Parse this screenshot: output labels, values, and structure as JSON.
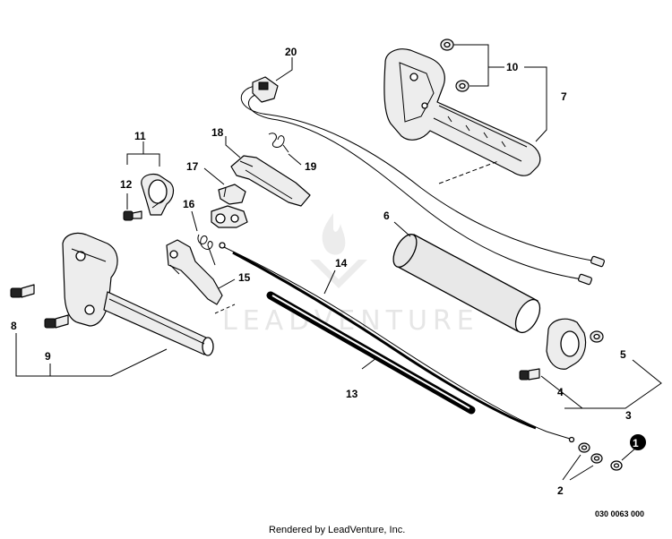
{
  "diagram": {
    "callouts": [
      {
        "id": "c1",
        "text": "1"
      },
      {
        "id": "c2",
        "text": "2"
      },
      {
        "id": "c3",
        "text": "3"
      },
      {
        "id": "c4",
        "text": "4"
      },
      {
        "id": "c5",
        "text": "5"
      },
      {
        "id": "c6",
        "text": "6"
      },
      {
        "id": "c7",
        "text": "7"
      },
      {
        "id": "c8",
        "text": "8"
      },
      {
        "id": "c9",
        "text": "9"
      },
      {
        "id": "c10",
        "text": "10"
      },
      {
        "id": "c11",
        "text": "11"
      },
      {
        "id": "c12",
        "text": "12"
      },
      {
        "id": "c13",
        "text": "13"
      },
      {
        "id": "c14",
        "text": "14"
      },
      {
        "id": "c15",
        "text": "15"
      },
      {
        "id": "c16",
        "text": "16"
      },
      {
        "id": "c17",
        "text": "17"
      },
      {
        "id": "c18",
        "text": "18"
      },
      {
        "id": "c19",
        "text": "19"
      },
      {
        "id": "c20",
        "text": "20"
      }
    ],
    "drawing_code": "030 0063 000",
    "footer": "Rendered by LeadVenture, Inc.",
    "watermark": "LEADVENTURE"
  }
}
